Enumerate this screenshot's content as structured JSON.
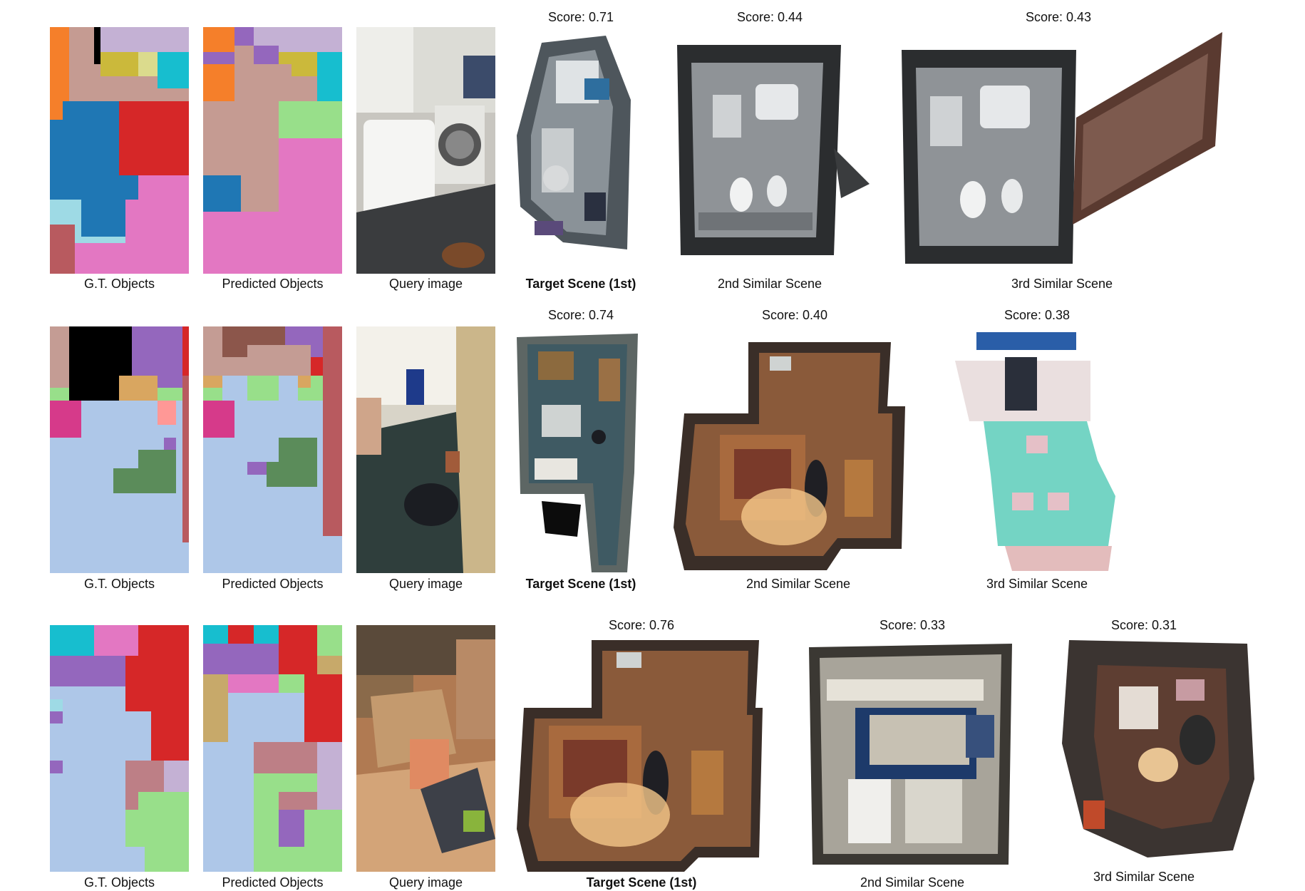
{
  "rows": [
    {
      "gt_label": "G.T. Objects",
      "pred_label": "Predicted Objects",
      "query_label": "Query image",
      "scenes": [
        {
          "score": "Score: 0.71",
          "label": "Target Scene (1st)"
        },
        {
          "score": "Score: 0.44",
          "label": "2nd Similar Scene"
        },
        {
          "score": "Score: 0.43",
          "label": "3rd Similar Scene"
        }
      ],
      "gt_grid": [
        "OOOBBBBKLLLLLLLLLLLLLL",
        "OOOBBBBKLLLLLLLLLLLLLL",
        "OOOBBBBKLLLLLLLLLLLLLL",
        "OOOBBBBKLLLLLLLLLLLLLL",
        "OOOBBBBKYYYYYYEEECCCCC",
        "OOOBBBBKYYYYYYEEECCCCC",
        "OOOBBBBBYYYYYYEEECCCCC",
        "OOOBBBBBYYYYYYEEECCCCC",
        "OOOBBBBBBBBBBBBBBCCCCC",
        "OOOBBBBBBBBBBBBBBCCCCC",
        "OOOBBBBBBBBBBBBBBBBBBB",
        "OOOBBBBBBBBBBBBBBBBBBB",
        "OOUUUUUUUUURRRRRRRRRRR",
        "OOUUUUUUUUURRRRRRRRRRR",
        "OOUUUUUUUUURRRRRRRRRRR",
        "UUUUUUUUUUURRRRRRRRRRR",
        "UUUUUUUUUUURRRRRRRRRRR",
        "UUUUUUUUUUURRRRRRRRRRR",
        "UUUUUUUUUUURRRRRRRRRRR",
        "UUUUUUUUUUURRRRRRRRRRR",
        "UUUUUUUUUUURRRRRRRRRRR",
        "UUUUUUUUUUURRRRRRRRRRR",
        "UUUUUUUUUUURRRRRRRRRRR",
        "UUUUUUUUUUURRRRRRRRRRR",
        "UUUUUUUUUUUUUUPPPPPPPP",
        "UUUUUUUUUUUUUUPPPPPPPP",
        "UUUUUUUUUUUUUUPPPPPPPP",
        "UUUUUUUUUUUUUUPPPPPPPP",
        "TTTTTUUUUUUUPPPPPPPPPP",
        "TTTTTUUUUUUUPPPPPPPPPP",
        "TTTTTUUUUUUUPPPPPPPPPP",
        "TTTTTUUUUUUUPPPPPPPPPP",
        "SSSSTUUUUUUUPPPPPPPPPP",
        "SSSSTUUUUUUUPPPPPPPPPP",
        "SSSSTTTTTTTTPPPPPPPPPP",
        "SSSSPPPPPPPPPPPPPPPPPP",
        "SSSSPPPPPPPPPPPPPPPPPP",
        "SSSSPPPPPPPPPPPPPPPPPP",
        "SSSSPPPPPPPPPPPPPPPPPP",
        "SSSSPPPPPPPPPPPPPPPPPP"
      ],
      "pred_grid": [
        "OOOOOVVVLLLLLLLLLLLLLL",
        "OOOOOVVVLLLLLLLLLLLLLL",
        "OOOOOVVVLLLLLLLLLLLLLL",
        "OOOOOBBBVVVVLLLLLLLLLL",
        "VVVVVBBBVVVVYYYYYYCCCC",
        "VVVVVBBBVVVVYYYYYYCCCC",
        "OOOOOBBBBBBBBBYYYYCCCC",
        "OOOOOBBBBBBBBBYYYYCCCC",
        "OOOOOBBBBBBBBBBBBBCCCC",
        "OOOOOBBBBBBBBBBBBBCCCC",
        "OOOOOBBBBBBBBBBBBBCCCC",
        "OOOOOBBBBBBBBBBBBBCCCC",
        "BBBBBBBBBBBBGGGGGGGGGG",
        "BBBBBBBBBBBBGGGGGGGGGG",
        "BBBBBBBBBBBBGGGGGGGGGG",
        "BBBBBBBBBBBBGGGGGGGGGG",
        "BBBBBBBBBBBBGGGGGGGGGG",
        "BBBBBBBBBBBBGGGGGGGGGG",
        "BBBBBBBBBBBBPPPPPPPPPP",
        "BBBBBBBBBBBBPPPPPPPPPP",
        "BBBBBBBBBBBBPPPPPPPPPP",
        "BBBBBBBBBBBBPPPPPPPPPP",
        "BBBBBBBBBBBBPPPPPPPPPP",
        "BBBBBBBBBBBBPPPPPPPPPP",
        "UUUUUUBBBBBBPPPPPPPPPP",
        "UUUUUUBBBBBBPPPPPPPPPP",
        "UUUUUUBBBBBBPPPPPPPPPP",
        "UUUUUUBBBBBBPPPPPPPPPP",
        "UUUUUUBBBBBBPPPPPPPPPP",
        "UUUUUUBBBBBBPPPPPPPPPP",
        "PPPPPPPPPPPPPPPPPPPPPP",
        "PPPPPPPPPPPPPPPPPPPPPP",
        "PPPPPPPPPPPPPPPPPPPPPP",
        "PPPPPPPPPPPPPPPPPPPPPP",
        "PPPPPPPPPPPPPPPPPPPPPP",
        "PPPPPPPPPPPPPPPPPPPPPP",
        "PPPPPPPPPPPPPPPPPPPPPP",
        "PPPPPPPPPPPPPPPPPPPPPP",
        "PPPPPPPPPPPPPPPPPPPPPP",
        "PPPPPPPPPPPPPPPPPPPPPP"
      ]
    },
    {
      "gt_label": "G.T. Objects",
      "pred_label": "Predicted Objects",
      "query_label": "Query image",
      "scenes": [
        {
          "score": "Score: 0.74",
          "label": "Target Scene (1st)"
        },
        {
          "score": "Score: 0.40",
          "label": "2nd Similar Scene"
        },
        {
          "score": "Score: 0.38",
          "label": "3rd Similar Scene"
        }
      ],
      "gt_grid": [
        "WWWKKKKKKKKKKVVVVVVVVR",
        "WWWKKKKKKKKKKVVVVVVVVR",
        "WWWKKKKKKKKKKVVVVVVVVR",
        "WWWKKKKKKKKKKVVVVVVVVR",
        "WWWKKKKKKKKKKVVVVVVVVR",
        "WWWKKKKKKKKKKVVVVVVVVR",
        "WWWKKKKKKKKKKVVVVVVVVR",
        "WWWKKKKKKKKKKVVVVVVVVR",
        "WWWKKKKKKKKFFFFFFVVVVS",
        "WWWKKKKKKKKFFFFFFVVVVS",
        "GGGKKKKKKKKFFFFFFGGGGS",
        "GGGKKKKKKKKFFFFFFGGGGS",
        "MMMMMNNNNNNNNNNNNXXXNS",
        "MMMMMNNNNNNNNNNNNXXXNS",
        "MMMMMNNNNNNNNNNNNXXXNS",
        "MMMMMNNNNNNNNNNNNXXXNS",
        "MMMMMNNNNNNNNNNNNNNNNS",
        "MMMMMNNNNNNNNNNNNNNNNS",
        "NNNNNNNNNNNNNNNNNNVVNS",
        "NNNNNNNNNNNNNNNNNNVVNS",
        "NNNNNNNNNNNNNNDDDDDDNS",
        "NNNNNNNNNNNNNNDDDDDDNS",
        "NNNNNNNNNNNNNNDDDDDDNS",
        "NNNNNNNNNNDDDDDDDDDDNS",
        "NNNNNNNNNNDDDDDDDDDDNS",
        "NNNNNNNNNNDDDDDDDDDDNS",
        "NNNNNNNNNNDDDDDDDDDDNS",
        "NNNNNNNNNNNNNNNNNNNNNS",
        "NNNNNNNNNNNNNNNNNNNNNS",
        "NNNNNNNNNNNNNNNNNNNNNS",
        "NNNNNNNNNNNNNNNNNNNNNS",
        "NNNNNNNNNNNNNNNNNNNNNS",
        "NNNNNNNNNNNNNNNNNNNNNS",
        "NNNNNNNNNNNNNNNNNNNNNS",
        "NNNNNNNNNNNNNNNNNNNNNS",
        "NNNNNNNNNNNNNNNNNNNNNN",
        "NNNNNNNNNNNNNNNNNNNNNN",
        "NNNNNNNNNNNNNNNNNNNNNN",
        "NNNNNNNNNNNNNNNNNNNNNN",
        "NNNNNNNNNNNNNNNNNNNNNN"
      ],
      "pred_grid": [
        "WWWHHHHHHHHHHVVVVVVSSS",
        "WWWHHHHHHHHHHVVVVVVSSS",
        "WWWHHHHHHHHHHVVVVVVSSS",
        "WWWHHHHWWWWWWWWWWVVSSS",
        "WWWHHHHWWWWWWWWWWVVSSS",
        "WWWWWWWWWWWWWWWWWRRSSS",
        "WWWWWWWWWWWWWWWWWRRSSS",
        "WWWWWWWWWWWWWWWWWRRSSS",
        "FFFNNNNGGGGGNNNFFGGSSS",
        "FFFNNNNGGGGGNNNFFGGSSS",
        "GGGNNNNGGGGGNNNGGGGSSS",
        "GGGNNNNGGGGGNNNGGGGSSS",
        "MMMMMNNNNNNNNNNNNNNSSS",
        "MMMMMNNNNNNNNNNNNNNSSS",
        "MMMMMNNNNNNNNNNNNNNSSS",
        "MMMMMNNNNNNNNNNNNNNSSS",
        "MMMMMNNNNNNNNNNNNNNSSS",
        "MMMMMNNNNNNNNNNNNNNSSS",
        "NNNNNNNNNNNNDDDDDDNSSS",
        "NNNNNNNNNNNNDDDDDDNSSS",
        "NNNNNNNNNNNNDDDDDDNSSS",
        "NNNNNNNNNNNNDDDDDDNSSS",
        "NNNNNNNVVVDDDDDDDDNSSS",
        "NNNNNNNVVVDDDDDDDDNSSS",
        "NNNNNNNNNNDDDDDDDDNSSS",
        "NNNNNNNNNNDDDDDDDDNSSS",
        "NNNNNNNNNNNNNNNNNNNSSS",
        "NNNNNNNNNNNNNNNNNNNSSS",
        "NNNNNNNNNNNNNNNNNNNSSS",
        "NNNNNNNNNNNNNNNNNNNSSS",
        "NNNNNNNNNNNNNNNNNNNSSS",
        "NNNNNNNNNNNNNNNNNNNSSS",
        "NNNNNNNNNNNNNNNNNNNSSS",
        "NNNNNNNNNNNNNNNNNNNSSS",
        "NNNNNNNNNNNNNNNNNNNNNN",
        "NNNNNNNNNNNNNNNNNNNNNN",
        "NNNNNNNNNNNNNNNNNNNNNN",
        "NNNNNNNNNNNNNNNNNNNNNN",
        "NNNNNNNNNNNNNNNNNNNNNN",
        "NNNNNNNNNNNNNNNNNNNNNN"
      ]
    },
    {
      "gt_label": "G.T. Objects",
      "pred_label": "Predicted Objects",
      "query_label": "Query image",
      "scenes": [
        {
          "score": "Score: 0.76",
          "label": "Target Scene (1st)"
        },
        {
          "score": "Score: 0.33",
          "label": "2nd Similar Scene"
        },
        {
          "score": "Score: 0.31",
          "label": "3rd Similar Scene"
        }
      ],
      "gt_grid": [
        "CCCCCCCPPPPPPPRRRRRRRR",
        "CCCCCCCPPPPPPPRRRRRRRR",
        "CCCCCCCPPPPPPPRRRRRRRR",
        "CCCCCCCPPPPPPPRRRRRRRR",
        "CCCCCCCPPPPPPPRRRRRRRR",
        "VVVVVVVVVVVVRRRRRRRRRR",
        "VVVVVVVVVVVVRRRRRRRRRR",
        "VVVVVVVVVVVVRRRRRRRRRR",
        "VVVVVVVVVVVVRRRRRRRRRR",
        "VVVVVVVVVVVVRRRRRRRRRR",
        "NNNNNNNNNNNNRRRRRRRRRR",
        "NNNNNNNNNNNNRRRRRRRRRR",
        "TTNNNNNNNNNNRRRRRRRRRR",
        "TTNNNNNNNNNNRRRRRRRRRR",
        "VVNNNNNNNNNNNNNNRRRRRR",
        "VVNNNNNNNNNNNNNNRRRRRR",
        "NNNNNNNNNNNNNNNNRRRRRR",
        "NNNNNNNNNNNNNNNNRRRRRR",
        "NNNNNNNNNNNNNNNNRRRRRR",
        "NNNNNNNNNNNNNNNNRRRRRR",
        "NNNNNNNNNNNNNNNNRRRRRR",
        "NNNNNNNNNNNNNNNNRRRRRR",
        "VVNNNNNNNNNNQQQQQQLLLL",
        "VVNNNNNNNNNNQQQQQQLLLL",
        "NNNNNNNNNNNNQQQQQQLLLL",
        "NNNNNNNNNNNNQQQQQQLLLL",
        "NNNNNNNNNNNNQQQQQQLLLL",
        "NNNNNNNNNNNNQQGGGGGGGG",
        "NNNNNNNNNNNNQQGGGGGGGG",
        "NNNNNNNNNNNNQQGGGGGGGG",
        "NNNNNNNNNNNNGGGGGGGGGG",
        "NNNNNNNNNNNNGGGGGGGGGG",
        "NNNNNNNNNNNNGGGGGGGGGG",
        "NNNNNNNNNNNNGGGGGGGGGG",
        "NNNNNNNNNNNNGGGGGGGGGG",
        "NNNNNNNNNNNNGGGGGGGGGG",
        "NNNNNNNNNNNNNNNGGGGGGG",
        "NNNNNNNNNNNNNNNGGGGGGG",
        "NNNNNNNNNNNNNNNGGGGGGG",
        "NNNNNNNNNNNNNNNGGGGGGG"
      ],
      "pred_grid": [
        "CCCCRRRRCCCCRRRRRRGGGG",
        "CCCCRRRRCCCCRRRRRRGGGG",
        "CCCCRRRRCCCCRRRRRRGGGG",
        "VVVVVVVVVVVVRRRRRRGGGG",
        "VVVVVVVVVVVVRRRRRRGGGG",
        "VVVVVVVVVVVVRRRRRRJJJJ",
        "VVVVVVVVVVVVRRRRRRJJJJ",
        "VVVVVVVVVVVVRRRRRRJJJJ",
        "JJJJPPPPPPPPGGGGRRRRRR",
        "JJJJPPPPPPPPGGGGRRRRRR",
        "JJJJPPPPPPPPGGGGRRRRRR",
        "JJJJNNNNNNNNNNNNRRRRRR",
        "JJJJNNNNNNNNNNNNRRRRRR",
        "JJJJNNNNNNNNNNNNRRRRRR",
        "JJJJNNNNNNNNNNNNRRRRRR",
        "JJJJNNNNNNNNNNNNRRRRRR",
        "JJJJNNNNNNNNNNNNRRRRRR",
        "JJJJNNNNNNNNNNNNRRRRRR",
        "JJJJNNNNNNNNNNNNRRRRRR",
        "NNNNNNNNQQQQQQQQQQLLLL",
        "NNNNNNNNQQQQQQQQQQLLLL",
        "NNNNNNNNQQQQQQQQQQLLLL",
        "NNNNNNNNQQQQQQQQQQLLLL",
        "NNNNNNNNQQQQQQQQQQLLLL",
        "NNNNNNNNGGGGGGGGGGLLLL",
        "NNNNNNNNGGGGGGGGGGLLLL",
        "NNNNNNNNGGGGGGGGGGLLLL",
        "NNNNNNNNGGGGQQQQQQLLLL",
        "NNNNNNNNGGGGQQQQQQLLLL",
        "NNNNNNNNGGGGQQQQQQLLLL",
        "NNNNNNNNGGGGVVVVGGGGGG",
        "NNNNNNNNGGGGVVVVGGGGGG",
        "NNNNNNNNGGGGVVVVGGGGGG",
        "NNNNNNNNGGGGVVVVGGGGGG",
        "NNNNNNNNGGGGVVVVGGGGGG",
        "NNNNNNNNGGGGVVVVGGGGGG",
        "NNNNNNNNGGGGGGGGGGGGGG",
        "NNNNNNNNGGGGGGGGGGGGGG",
        "NNNNNNNNGGGGGGGGGGGGGG",
        "NNNNNNNNGGGGGGGGGGGGGG"
      ]
    }
  ],
  "palette": {
    "O": "#f57f2a",
    "B": "#c59b92",
    "K": "#000000",
    "L": "#c4b1d4",
    "Y": "#cbb93b",
    "E": "#dbdb8d",
    "C": "#17becf",
    "U": "#1f77b4",
    "R": "#d62728",
    "P": "#e377c2",
    "T": "#9edae5",
    "S": "#b85a5f",
    "V": "#9467bd",
    "G": "#98df8a",
    "W": "#c49c94",
    "H": "#8c564b",
    "F": "#d9a660",
    "M": "#d63a8a",
    "N": "#aec7e8",
    "X": "#ff9896",
    "D": "#5b8c5a",
    "Q": "#bd7f86",
    "J": "#c7a96a"
  }
}
